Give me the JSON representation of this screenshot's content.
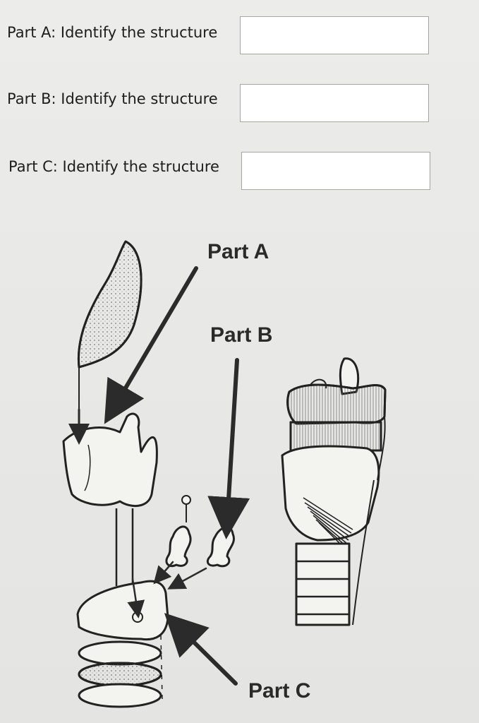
{
  "questions": [
    {
      "label": "Part A: Identify the structure",
      "value": "",
      "placeholder": ""
    },
    {
      "label": "Part B: Identify the structure",
      "value": "",
      "placeholder": ""
    },
    {
      "label": "Part C: Identify the structure",
      "value": "",
      "placeholder": ""
    }
  ],
  "figure": {
    "labels": {
      "part_a": "Part A",
      "part_b": "Part B",
      "part_c": "Part C"
    }
  }
}
